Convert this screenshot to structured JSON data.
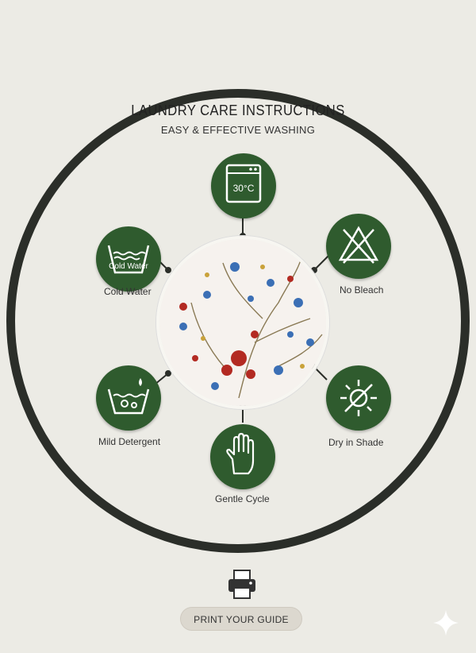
{
  "header": {
    "title": "LAUNDRY CARE INSTRUCTIONS",
    "subtitle": "EASY & EFFECTIVE WASHING"
  },
  "care_items": [
    {
      "id": "temp",
      "badge_text": "30°C",
      "label": "",
      "icon": "washing-machine-icon"
    },
    {
      "id": "cold",
      "badge_text": "Cold Water",
      "label": "Cold Water",
      "icon": "wash-basin-icon"
    },
    {
      "id": "bleach",
      "badge_text": "",
      "label": "No Bleach",
      "icon": "no-bleach-icon"
    },
    {
      "id": "detergent",
      "badge_text": "",
      "label": "Mild Detergent",
      "icon": "detergent-basin-icon"
    },
    {
      "id": "shade",
      "badge_text": "",
      "label": "Dry in Shade",
      "icon": "dry-in-shade-icon"
    },
    {
      "id": "gentle",
      "badge_text": "",
      "label": "Gentle Cycle",
      "icon": "hand-wash-icon"
    }
  ],
  "footer": {
    "print_label": "PRINT YOUR GUIDE"
  },
  "colors": {
    "badge_green": "#2f5b2e",
    "ring": "#2b2e29",
    "background": "#ecebe5"
  }
}
